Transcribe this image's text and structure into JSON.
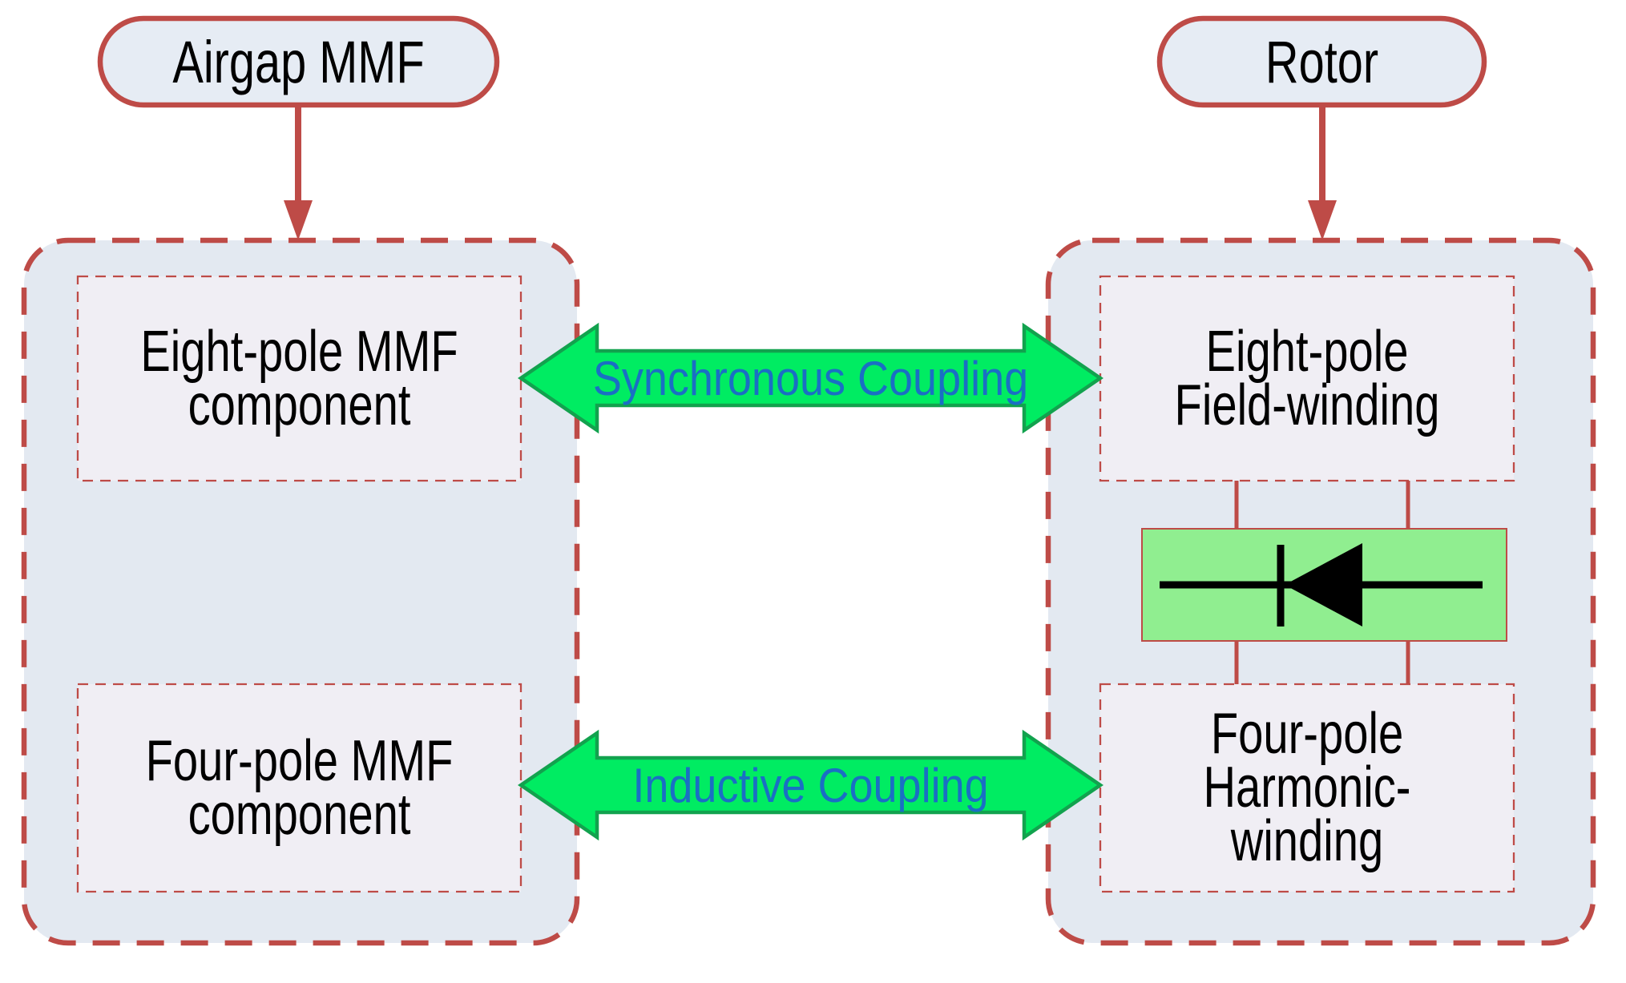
{
  "figure": {
    "nodes": {
      "airgap": {
        "label": "Airgap MMF"
      },
      "rotor": {
        "label": "Rotor"
      }
    },
    "left_group": {
      "top_box": {
        "line1": "Eight-pole MMF",
        "line2": "component"
      },
      "bottom_box": {
        "line1": "Four-pole MMF",
        "line2": "component"
      }
    },
    "right_group": {
      "top_box": {
        "line1": "Eight-pole",
        "line2": "Field-winding"
      },
      "bottom_box": {
        "line1": "Four-pole",
        "line2": "Harmonic-winding"
      },
      "rectifier_icon": "diode-icon"
    },
    "couplings": {
      "top": "Synchronous Coupling",
      "bottom": "Inductive Coupling"
    },
    "colors": {
      "accent_red": "#BE4B47",
      "group_fill": "#E3E9F1",
      "box_fill": "#F0EEF4",
      "pill_fill": "#E6ECF4",
      "arrow_green_fill": "#00EC62",
      "arrow_green_stroke": "#12A24E",
      "coupling_text_blue": "#1A6FC4",
      "diode_box_fill": "#90EE90",
      "diode_symbol_black": "#000000"
    }
  }
}
